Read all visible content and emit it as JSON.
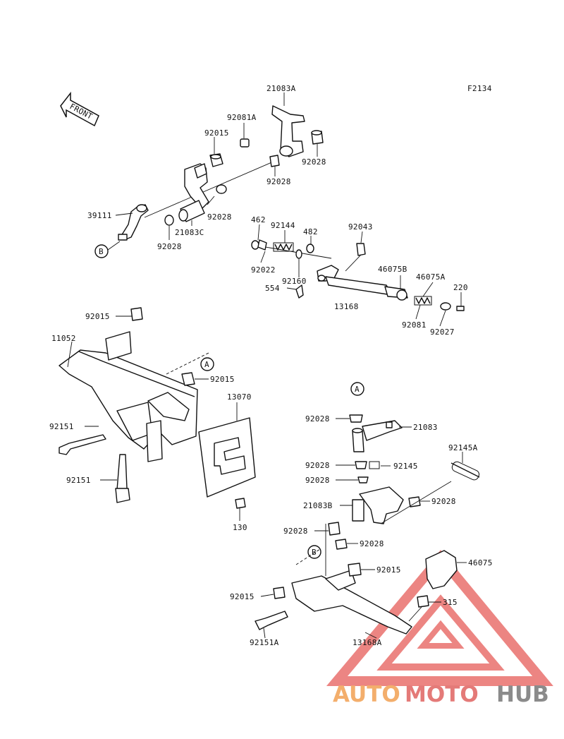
{
  "figure_code": "F2134",
  "front_label": "FRONT",
  "callouts": {
    "a": "A",
    "b": "B"
  },
  "parts": {
    "p21083A": "21083A",
    "p92081A": "92081A",
    "p92015_top": "92015",
    "p92028_top_right": "92028",
    "p92028_mid": "92028",
    "p92028_shaft": "92028",
    "p39111": "39111",
    "p21083C": "21083C",
    "p92028_lower": "92028",
    "p462_left": "462",
    "p92144": "92144",
    "p482": "482",
    "p92043": "92043",
    "p92022": "92022",
    "p92160": "92160",
    "p554": "554",
    "p13168": "13168",
    "p46075B": "46075B",
    "p46075A": "46075A",
    "p220": "220",
    "p92081": "92081",
    "p92027": "92027",
    "p92015_frame": "92015",
    "p11052": "11052",
    "p92015_frame_right": "92015",
    "p13070": "13070",
    "p92151_a": "92151",
    "p92151_b": "92151",
    "p130": "130",
    "p92028_r1": "92028",
    "p21083": "21083",
    "p92145A": "92145A",
    "p92028_r2": "92028",
    "p92145": "92145",
    "p92028_r3": "92028",
    "p21083B": "21083B",
    "p92028_r4": "92028",
    "p92028_r5": "92028",
    "p92028_r6": "92028",
    "p92015_r": "92015",
    "p46075": "46075",
    "p92015_r2": "92015",
    "p315": "315",
    "p92151A": "92151A",
    "p13168A": "13168A"
  },
  "watermark": {
    "part1": "AUTO",
    "part2": "MOTO",
    "part3": "HUB"
  },
  "colors": {
    "line": "#111111",
    "watermark_orange": "#f3ae6c",
    "watermark_red": "#e47a78",
    "watermark_gray": "#8b8b8b"
  }
}
